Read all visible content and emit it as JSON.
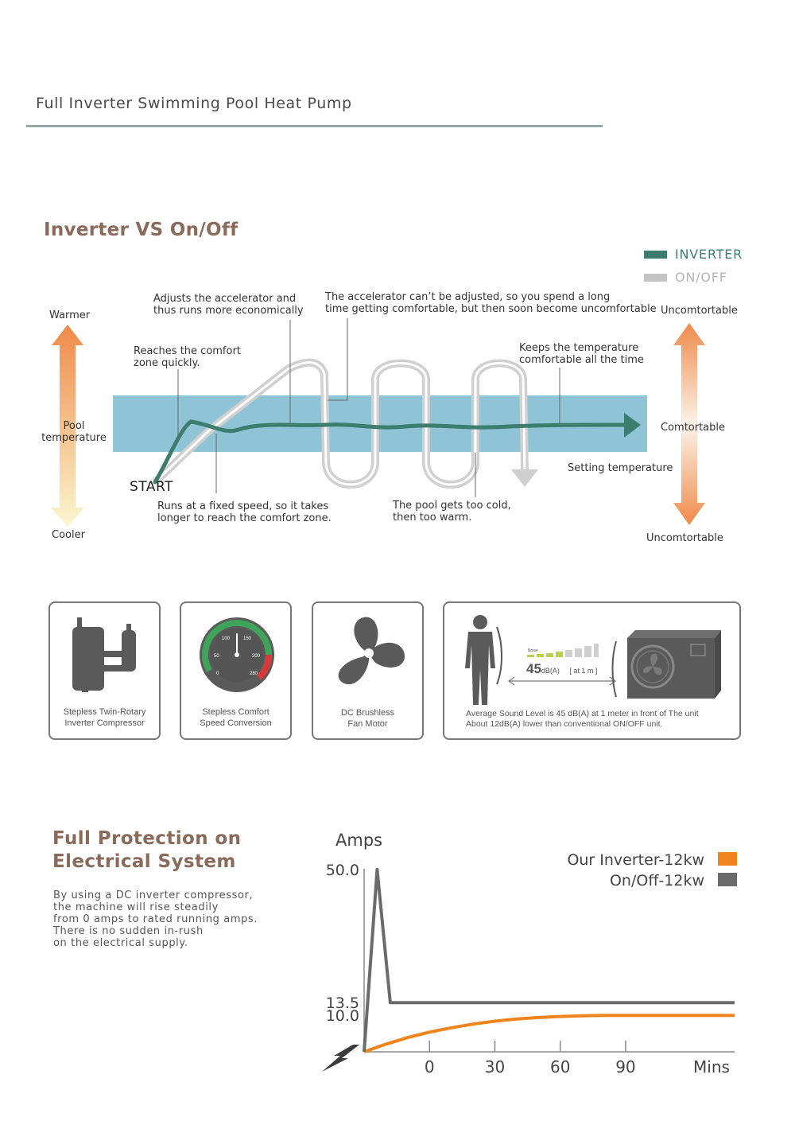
{
  "header": {
    "title": "Full Inverter Swimming Pool Heat Pump"
  },
  "comparison": {
    "title": "Inverter VS On/Off",
    "legend": [
      {
        "label": "INVERTER",
        "color": "#3d7d6e"
      },
      {
        "label": "ON/OFF",
        "color": "#c4c4c4"
      }
    ],
    "left_scale": {
      "top": "Warmer",
      "middle_line1": "Pool",
      "middle_line2": "temperature",
      "bottom": "Cooler"
    },
    "right_scale": {
      "top": "Uncomtortable",
      "middle": "Comtortable",
      "bottom": "Uncomtortable",
      "setting": "Setting temperature"
    },
    "start_label": "START",
    "notes": {
      "accelerator_line1": "Adjusts the accelerator and",
      "accelerator_line2": "thus runs more economically",
      "cant_adjust_line1": "The accelerator can’t be adjusted, so you spend a long",
      "cant_adjust_line2": "time getting comfortable, but then soon become uncomfortable",
      "reaches_line1": "Reaches the comfort",
      "reaches_line2": "zone quickly.",
      "keeps_line1": "Keeps the temperature",
      "keeps_line2": "comfortable all the time",
      "fixed_line1": "Runs at a fixed speed, so it takes",
      "fixed_line2": "longer to reach the comfort zone.",
      "too_cold_line1": "The pool gets too cold,",
      "too_cold_line2": "then too warm."
    },
    "colors": {
      "band": "#8fc3d6",
      "inverter": "#3d7d6e",
      "onoff": "#c8c8c8",
      "arrow_top": "#ef8a4a",
      "arrow_bottom": "#fbf6cf"
    }
  },
  "features": [
    {
      "icon": "compressor-icon",
      "line1": "Stepless Twin-Rotary",
      "line2": "Inverter Compressor"
    },
    {
      "icon": "speed-gauge-icon",
      "line1": "Stepless Comfort",
      "line2": "Speed Conversion",
      "gauge_ticks": [
        "100",
        "150",
        "50",
        "200",
        "0",
        "280"
      ]
    },
    {
      "icon": "fan-icon",
      "line1": "DC Brushless",
      "line2": "Fan Motor"
    },
    {
      "icon": "person-icon",
      "noise_label": "Noise",
      "db_value": "45",
      "db_unit": "dB(A)",
      "distance": "[ at 1 m ]",
      "line1": "Average Sound Level is 45 dB(A) at 1 meter in front of  The unit",
      "line2": "About 12dB(A) lower than conventional ON/OFF unit."
    }
  ],
  "protection": {
    "title_line1": "Full Protection on",
    "title_line2": "Electrical System",
    "body": [
      "By using a DC inverter compressor,",
      "the machine will rise steadily",
      "from 0 amps to rated running amps.",
      "There is no sudden in-rush",
      "on the electrical supply."
    ]
  },
  "chart_data": {
    "type": "line",
    "title": "",
    "ylabel": "Amps",
    "xlabel": "Mins",
    "y_ticks": [
      "50.0",
      "13.5",
      "10.0"
    ],
    "x_ticks": [
      "0",
      "30",
      "60",
      "90"
    ],
    "ylim": [
      0,
      50
    ],
    "xlim": [
      -30,
      140
    ],
    "series": [
      {
        "name": "Our Inverter-12kw",
        "color": "#f0841c",
        "x": [
          -30,
          -20,
          -10,
          0,
          10,
          20,
          30,
          40,
          50,
          60,
          70,
          80,
          100,
          140
        ],
        "y": [
          0,
          2.1,
          3.9,
          5.4,
          6.6,
          7.6,
          8.4,
          9.0,
          9.4,
          9.7,
          9.9,
          10.0,
          10.0,
          10.0
        ]
      },
      {
        "name": "On/Off-12kw",
        "color": "#6b6b6b",
        "x": [
          -30,
          -24,
          -18,
          0,
          60,
          140
        ],
        "y": [
          0,
          50,
          13.5,
          13.5,
          13.5,
          13.5
        ]
      }
    ]
  }
}
